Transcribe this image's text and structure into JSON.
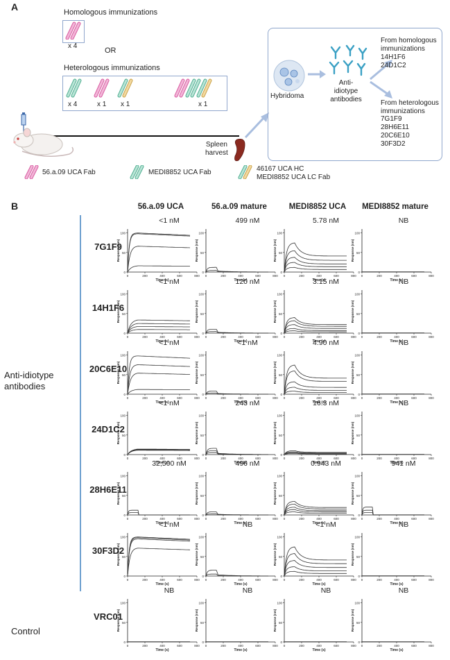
{
  "panel_a": {
    "letter": "A",
    "homologous_title": "Homologous immunizations",
    "homologous_count": "x 4",
    "or_label": "OR",
    "heterologous_title": "Heterologous immunizations",
    "heterologous_counts": [
      "x 4",
      "x 1",
      "x 1",
      "x 1"
    ],
    "spleen_label": "Spleen\nharvest",
    "hybridoma_label": "Hybridoma",
    "anti_idiotype_label": "Anti-\nidiotype\nantibodies",
    "from_homologous_title": "From homologous\nimmunizations",
    "from_homologous_items": [
      "14H1F6",
      "24D1C2"
    ],
    "from_heterologous_title": "From heterologous\nimmunizations",
    "from_heterologous_items": [
      "7G1F9",
      "28H6E11",
      "20C6E10",
      "30F3D2"
    ],
    "legend": [
      {
        "label": "56.a.09 UCA Fab",
        "color": "#f2b6d8",
        "stroke": "#d85aa0"
      },
      {
        "label": "MEDI8852 UCA Fab",
        "color": "#b9e4d6",
        "stroke": "#4fae90"
      },
      {
        "label": "46167 UCA HC\nMEDI8852 UCA LC Fab",
        "color": "#f3d9a0",
        "stroke": "#c9a24a"
      }
    ]
  },
  "panel_b": {
    "letter": "B",
    "columns": [
      "56.a.09 UCA",
      "56.a.09 mature",
      "MEDI8852 UCA",
      "MEDI8852 mature"
    ],
    "group_label": "Anti-idiotype\nantibodies",
    "control_label": "Control",
    "axis": {
      "ylabel": "Response (nm)",
      "xlabel": "Time (s)",
      "yticks": [
        "0",
        "50",
        "100"
      ],
      "xticks": [
        "0",
        "200",
        "400",
        "600",
        "800"
      ]
    },
    "rows": [
      {
        "name": "7G1F9",
        "kd": [
          "<1 nM",
          "499 nM",
          "5.78 nM",
          "NB"
        ]
      },
      {
        "name": "14H1F6",
        "kd": [
          "<1 nM",
          "120 nM",
          "3.15 nM",
          "NB"
        ]
      },
      {
        "name": "20C6E10",
        "kd": [
          "<1 nM",
          "<1 nM",
          "4.90 nM",
          "NB"
        ]
      },
      {
        "name": "24D1C2",
        "kd": [
          "<1 nM",
          "243 nM",
          "16.3 nM",
          "NB"
        ]
      },
      {
        "name": "28H6E11",
        "kd": [
          "32,500 nM",
          "496 nM",
          "0.943 nM",
          "941 nM"
        ]
      },
      {
        "name": "30F3D2",
        "kd": [
          "<1 nM",
          "NB",
          "<1 nM",
          "NB"
        ]
      },
      {
        "name": "VRC01",
        "kd": [
          "NB",
          "NB",
          "NB",
          "NB"
        ]
      }
    ],
    "curves": [
      [
        {
          "type": "sat",
          "levels": [
            100,
            98,
            67,
            17
          ]
        },
        {
          "type": "bump",
          "levels": [
            12,
            4
          ]
        },
        {
          "type": "peak",
          "levels": [
            75,
            55,
            38,
            25,
            12
          ]
        },
        {
          "type": "flat",
          "levels": [
            0
          ]
        }
      ],
      [
        {
          "type": "sat",
          "levels": [
            35,
            26,
            18,
            10
          ]
        },
        {
          "type": "bump",
          "levels": [
            10,
            4
          ]
        },
        {
          "type": "peak",
          "levels": [
            40,
            32,
            22,
            12,
            6
          ]
        },
        {
          "type": "flat",
          "levels": [
            0
          ]
        }
      ],
      [
        {
          "type": "sat",
          "levels": [
            98,
            76,
            55,
            13
          ]
        },
        {
          "type": "bump",
          "levels": [
            8,
            3
          ]
        },
        {
          "type": "peak",
          "levels": [
            75,
            60,
            32,
            18,
            8
          ]
        },
        {
          "type": "flat",
          "levels": [
            0
          ]
        }
      ],
      [
        {
          "type": "sat",
          "levels": [
            15,
            14,
            13,
            12
          ]
        },
        {
          "type": "bump",
          "levels": [
            16,
            10,
            5
          ]
        },
        {
          "type": "peak",
          "levels": [
            10,
            7,
            5,
            3
          ]
        },
        {
          "type": "flat",
          "levels": [
            0
          ]
        }
      ],
      [
        {
          "type": "step",
          "levels": [
            12,
            6
          ]
        },
        {
          "type": "bump",
          "levels": [
            8,
            3
          ]
        },
        {
          "type": "peak",
          "levels": [
            35,
            28,
            20,
            14,
            8
          ]
        },
        {
          "type": "step",
          "levels": [
            20,
            12,
            6
          ]
        }
      ],
      [
        {
          "type": "sat",
          "levels": [
            100,
            98,
            95,
            72
          ]
        },
        {
          "type": "bump",
          "levels": [
            15,
            5
          ]
        },
        {
          "type": "peak",
          "levels": [
            75,
            58,
            40,
            24,
            12
          ]
        },
        {
          "type": "flat",
          "levels": [
            0
          ]
        }
      ],
      [
        {
          "type": "flat",
          "levels": [
            0
          ]
        },
        {
          "type": "flat",
          "levels": [
            0
          ]
        },
        {
          "type": "flat",
          "levels": [
            0
          ]
        },
        {
          "type": "flat",
          "levels": [
            0
          ]
        }
      ]
    ]
  }
}
